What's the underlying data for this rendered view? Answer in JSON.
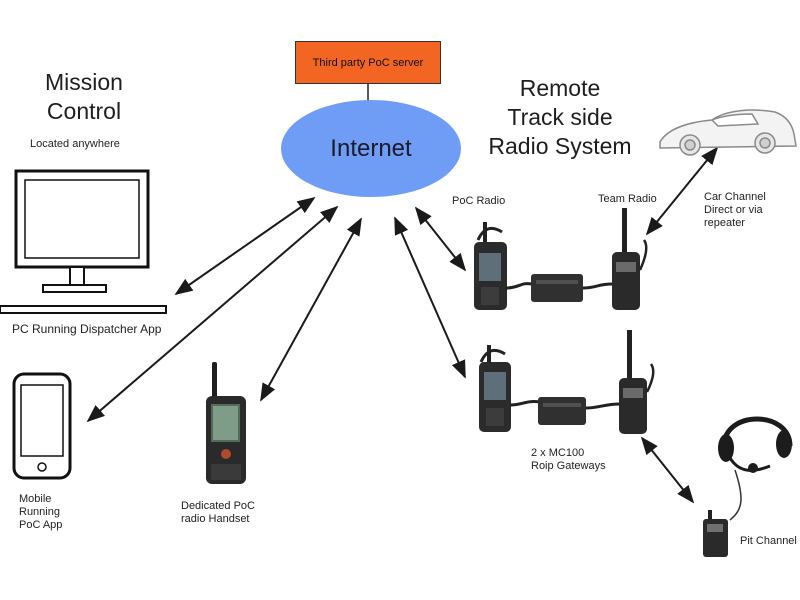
{
  "server": {
    "label": "Third party PoC server"
  },
  "internet": {
    "label": "Internet"
  },
  "mission_control": {
    "title_line1": "Mission",
    "title_line2": "Control",
    "subtitle": "Located anywhere"
  },
  "remote": {
    "title_line1": "Remote",
    "title_line2": "Track side",
    "title_line3": "Radio System"
  },
  "labels": {
    "pc": "PC Running Dispatcher App",
    "mobile_line1": "Mobile",
    "mobile_line2": "Running",
    "mobile_line3": "PoC App",
    "handset_line1": "Dedicated PoC",
    "handset_line2": "radio Handset",
    "poc_radio": "PoC Radio",
    "team_radio": "Team Radio",
    "car_line1": "Car Channel",
    "car_line2": "Direct or via",
    "car_line3": "repeater",
    "gateway_line1": "2 x MC100",
    "gateway_line2": "Roip Gateways",
    "pit": "Pit Channel"
  },
  "colors": {
    "server": "#f26522",
    "internet": "#6f9cf4",
    "arrows": "#1a1a1a"
  }
}
